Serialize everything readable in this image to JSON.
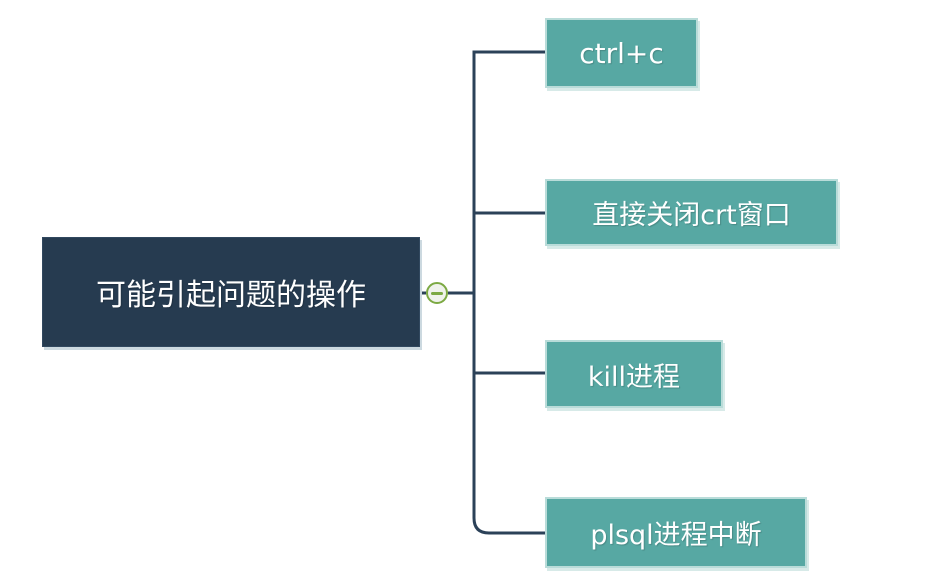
{
  "mindmap": {
    "root": {
      "label": "可能引起问题的操作"
    },
    "toggle": {
      "state": "expanded",
      "symbol": "-"
    },
    "children": [
      {
        "label": "ctrl+c"
      },
      {
        "label": "直接关闭crt窗口"
      },
      {
        "label": "kill进程"
      },
      {
        "label": "plsql进程中断"
      }
    ],
    "colors": {
      "root_bg": "#263B50",
      "child_bg": "#57A8A3",
      "child_border": "#B9DCD9",
      "connector_line": "#2B4158",
      "toggle_border": "#7CA943",
      "toggle_fill": "#EFF2EB",
      "text": "#FFFFFF"
    }
  }
}
